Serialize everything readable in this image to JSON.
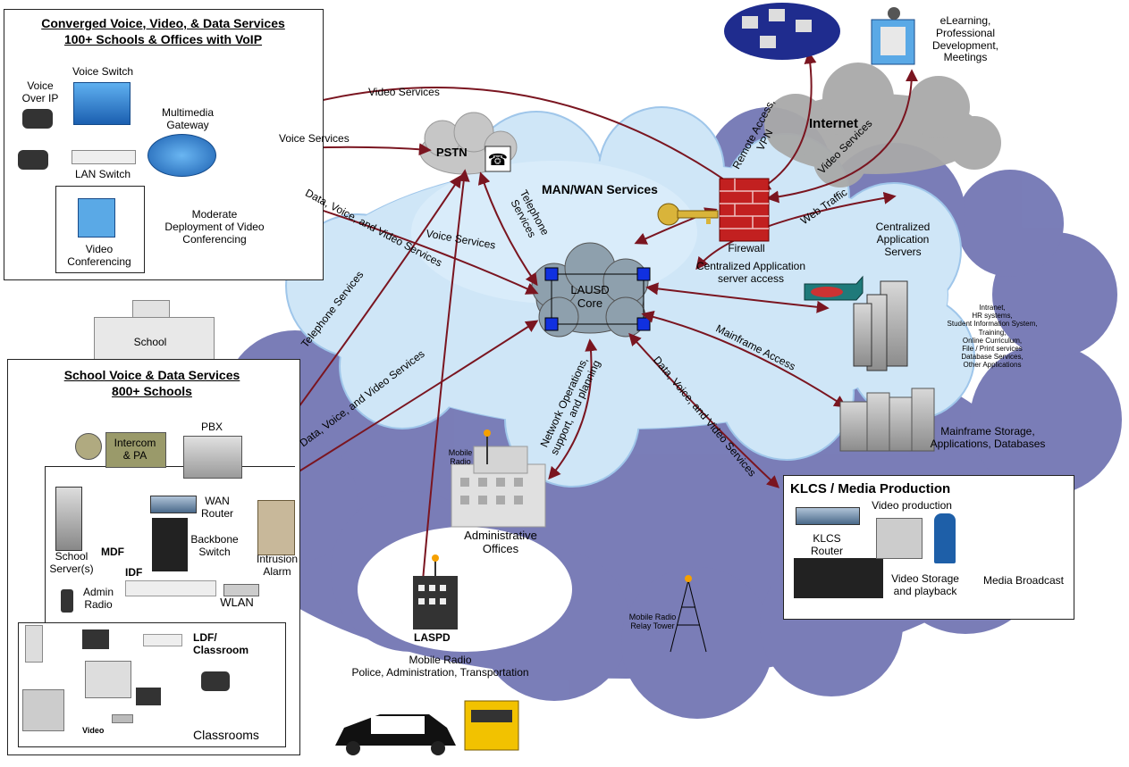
{
  "colors": {
    "cloud_fill": "#cfe6f7",
    "cloud_edge": "#9fc6ea",
    "outer_cloud": "#7377b4",
    "arrow": "#7a1520",
    "firewall": "#c22020"
  },
  "sections": {
    "converged": {
      "title_line1": "Converged Voice, Video, & Data Services",
      "title_line2": "100+ Schools & Offices with VoIP"
    },
    "school": {
      "title_line1": "School Voice & Data Services",
      "title_line2": "800+ Schools"
    },
    "klcs": {
      "title": "KLCS / Media Production"
    },
    "man_wan": {
      "title": "MAN/WAN Services"
    },
    "internet": {
      "title": "Internet"
    }
  },
  "converged_labels": {
    "voice_over_ip": "Voice\nOver IP",
    "voice_switch": "Voice Switch",
    "multimedia_gateway": "Multimedia\nGateway",
    "lan_switch": "LAN Switch",
    "video_conferencing": "Video\nConferencing",
    "moderate_deployment": "Moderate\nDeployment of Video\nConferencing"
  },
  "center_labels": {
    "pstn": "PSTN",
    "core": "LAUSD\nCore",
    "firewall": "Firewall",
    "centralized_servers": "Centralized\nApplication\nServers",
    "centralized_access": "Centralized Application\nserver access",
    "server_list": "Intranet,\nHR systems,\nStudent Information System,\nTraining,\nOnline Curriculum,\nFile / Print services\nDatabase Services,\nOther Applications",
    "mainframe": "Mainframe Storage,\nApplications, Databases",
    "elearning": "eLearning,\nProfessional\nDevelopment,\nMeetings",
    "mobile_radio_small": "Mobile\nRadio",
    "admin_offices": "Administrative\nOffices",
    "relay_tower": "Mobile Radio\nRelay Tower",
    "laspd": "LASPD",
    "mobile_radio_caption": "Mobile Radio\nPolice, Administration, Transportation"
  },
  "connection_labels": {
    "video_services_top": "Video Services",
    "voice_services_top": "Voice Services",
    "data_voice_video_1": "Data, Voice, and Video Services",
    "voice_services_mid": "Voice Services",
    "telephone_services_vert": "Telephone\nServices",
    "telephone_services_left": "Telephone Services",
    "data_voice_video_2": "Data, Voice, and Video Services",
    "network_operations": "Network Operations,\nsupport, and planning",
    "data_voice_video_3": "Data, Voice, and Video Services",
    "mainframe_access": "Mainframe Access",
    "remote_access": "Remote Access,\nVPN",
    "video_services_internet": "Video Services",
    "web_traffic": "Web Traffic"
  },
  "school_labels": {
    "school_building": "School",
    "intercom": "Intercom\n& PA",
    "pbx": "PBX",
    "wan_router": "WAN\nRouter",
    "backbone_switch": "Backbone\nSwitch",
    "intrusion_alarm": "Intrusion\nAlarm",
    "school_servers": "School\nServer(s)",
    "mdf": "MDF",
    "idf": "IDF",
    "admin_radio": "Admin\nRadio",
    "wlan": "WLAN",
    "ldf": "LDF/\nClassroom",
    "video": "Video",
    "classrooms": "Classrooms"
  },
  "klcs_labels": {
    "video_production": "Video production",
    "klcs_router": "KLCS\nRouter",
    "video_storage": "Video Storage\nand playback",
    "media_broadcast": "Media Broadcast"
  }
}
